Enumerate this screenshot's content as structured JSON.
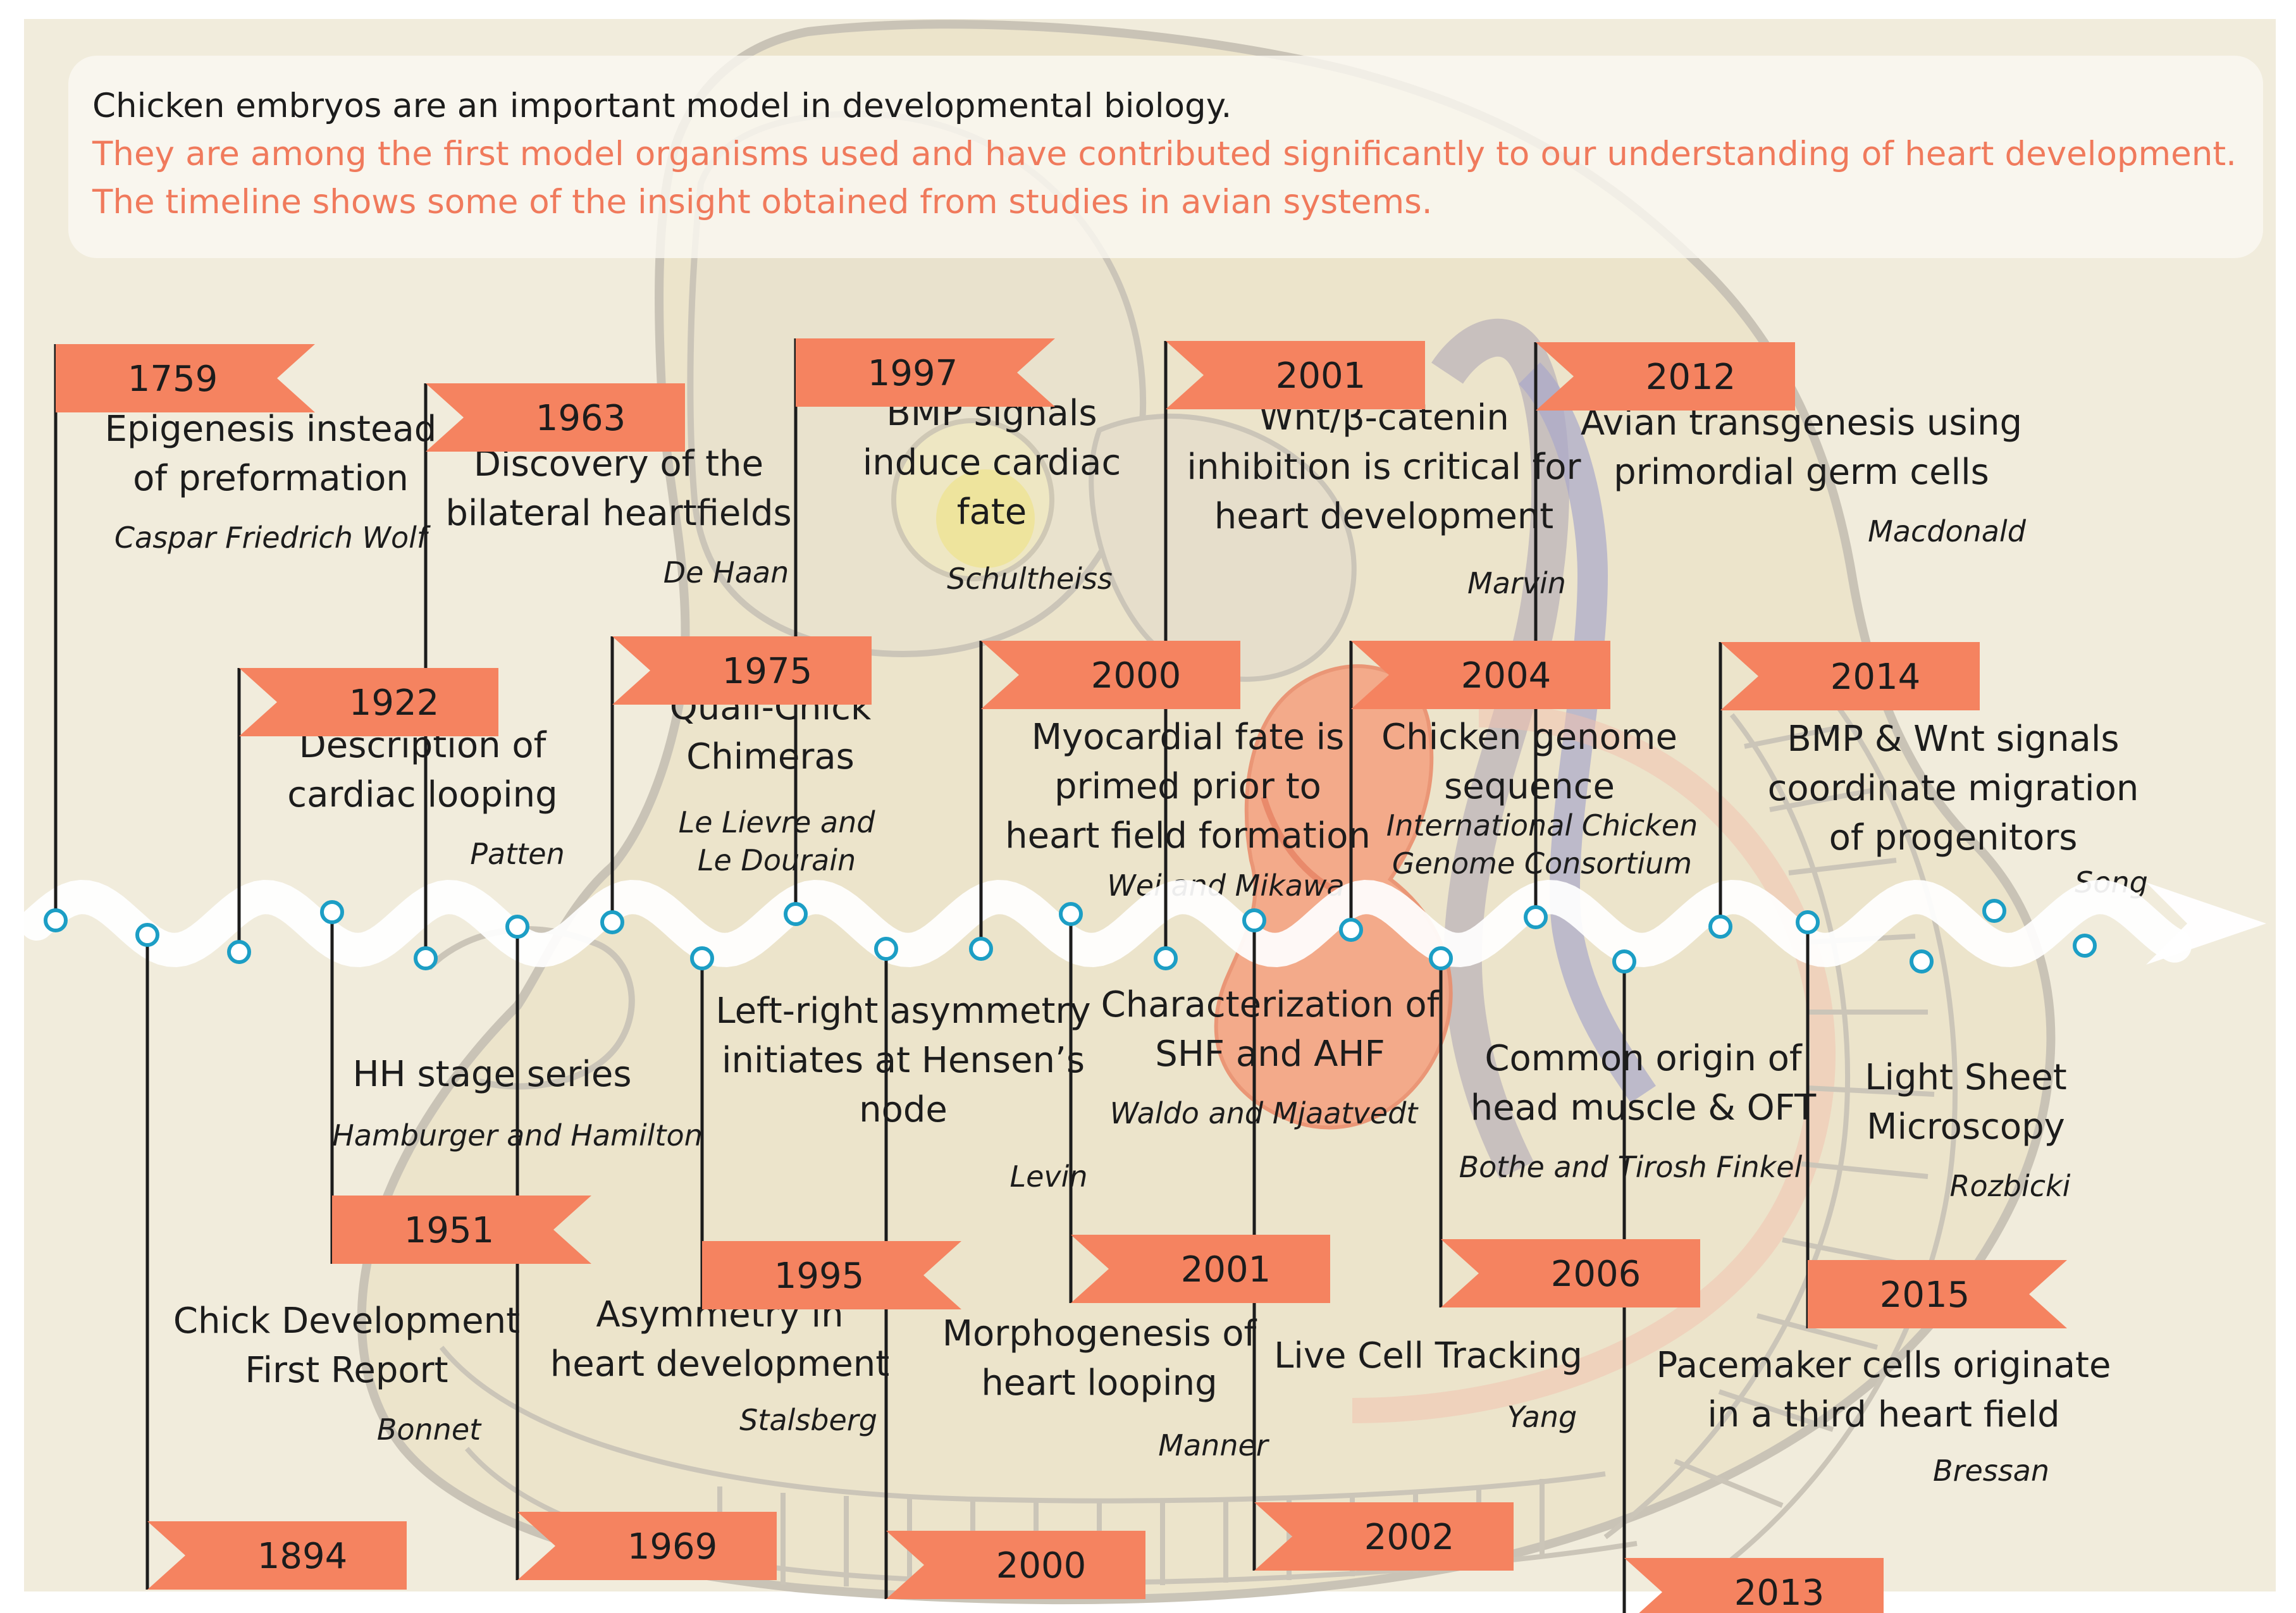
{
  "intro": {
    "line1": "Chicken embryos are an important model in developmental biology.",
    "line2": "They are among the first model organisms used and have contributed significantly to our understanding of heart development. The timeline shows some of the insight obtained from studies in avian systems."
  },
  "colors": {
    "flag": "#f58360",
    "pin": "#1c9ec5",
    "background": "#f1ecdc",
    "wave": "#ffffff",
    "intro_highlight": "#f07a5c"
  },
  "events_top": [
    {
      "year": "1759",
      "lines": [
        "Epigenesis instead",
        "of preformation"
      ],
      "author": "Caspar Friedrich Wolf"
    },
    {
      "year": "1963",
      "lines": [
        "Discovery of the",
        "bilateral heartfields"
      ],
      "author": "De Haan"
    },
    {
      "year": "1922",
      "lines": [
        "Description of",
        "cardiac looping"
      ],
      "author": "Patten"
    },
    {
      "year": "1997",
      "lines": [
        "BMP signals",
        "induce cardiac",
        "fate"
      ],
      "author": "Schultheiss"
    },
    {
      "year": "1975",
      "lines": [
        "Quail-Chick",
        "Chimeras"
      ],
      "author": [
        "Le Lievre and",
        "Le Dourain"
      ]
    },
    {
      "year": "2001",
      "lines": [
        "Wnt/β-catenin",
        "inhibition is critical for",
        "heart development"
      ],
      "author": "Marvin"
    },
    {
      "year": "2000",
      "lines": [
        "Myocardial fate is",
        "primed prior to",
        "heart field formation"
      ],
      "author": "Wei and Mikawa"
    },
    {
      "year": "2012",
      "lines": [
        "Avian transgenesis using",
        "primordial germ cells"
      ],
      "author": "Macdonald"
    },
    {
      "year": "2004",
      "lines": [
        "Chicken genome",
        "sequence"
      ],
      "author": [
        "International Chicken",
        "Genome Consortium"
      ]
    },
    {
      "year": "2014",
      "lines": [
        "BMP & Wnt signals",
        "coordinate migration",
        "of progenitors"
      ],
      "author": "Song"
    }
  ],
  "events_bottom": [
    {
      "year": "1951",
      "lines": [
        "HH stage series"
      ],
      "author": "Hamburger and Hamilton"
    },
    {
      "year": "1894",
      "lines": [
        "Chick Development",
        "First Report"
      ],
      "author": "Bonnet"
    },
    {
      "year": "1969",
      "lines": [
        "Asymmetry in",
        "heart development"
      ],
      "author": "Stalsberg"
    },
    {
      "year": "1995",
      "lines": [
        "Left-right asymmetry",
        "initiates at Hensen’s",
        "node"
      ],
      "author": "Levin"
    },
    {
      "year": "2000",
      "lines": [
        "Morphogenesis of",
        "heart looping"
      ],
      "author": "Manner"
    },
    {
      "year": "2001",
      "lines": [
        "Characterization of",
        "SHF and AHF"
      ],
      "author": "Waldo and Mjaatvedt"
    },
    {
      "year": "2002",
      "lines": [
        "Live Cell Tracking"
      ],
      "author": "Yang"
    },
    {
      "year": "2006",
      "lines": [
        "Common origin of",
        "head muscle & OFT"
      ],
      "author": "Bothe and Tirosh Finkel"
    },
    {
      "year": "2013",
      "lines": [
        "Pacemaker cells originate",
        "in a third heart field"
      ],
      "author": "Bressan"
    },
    {
      "year": "2015",
      "lines": [
        "Light Sheet",
        "Microscopy"
      ],
      "author": "Rozbicki"
    }
  ]
}
